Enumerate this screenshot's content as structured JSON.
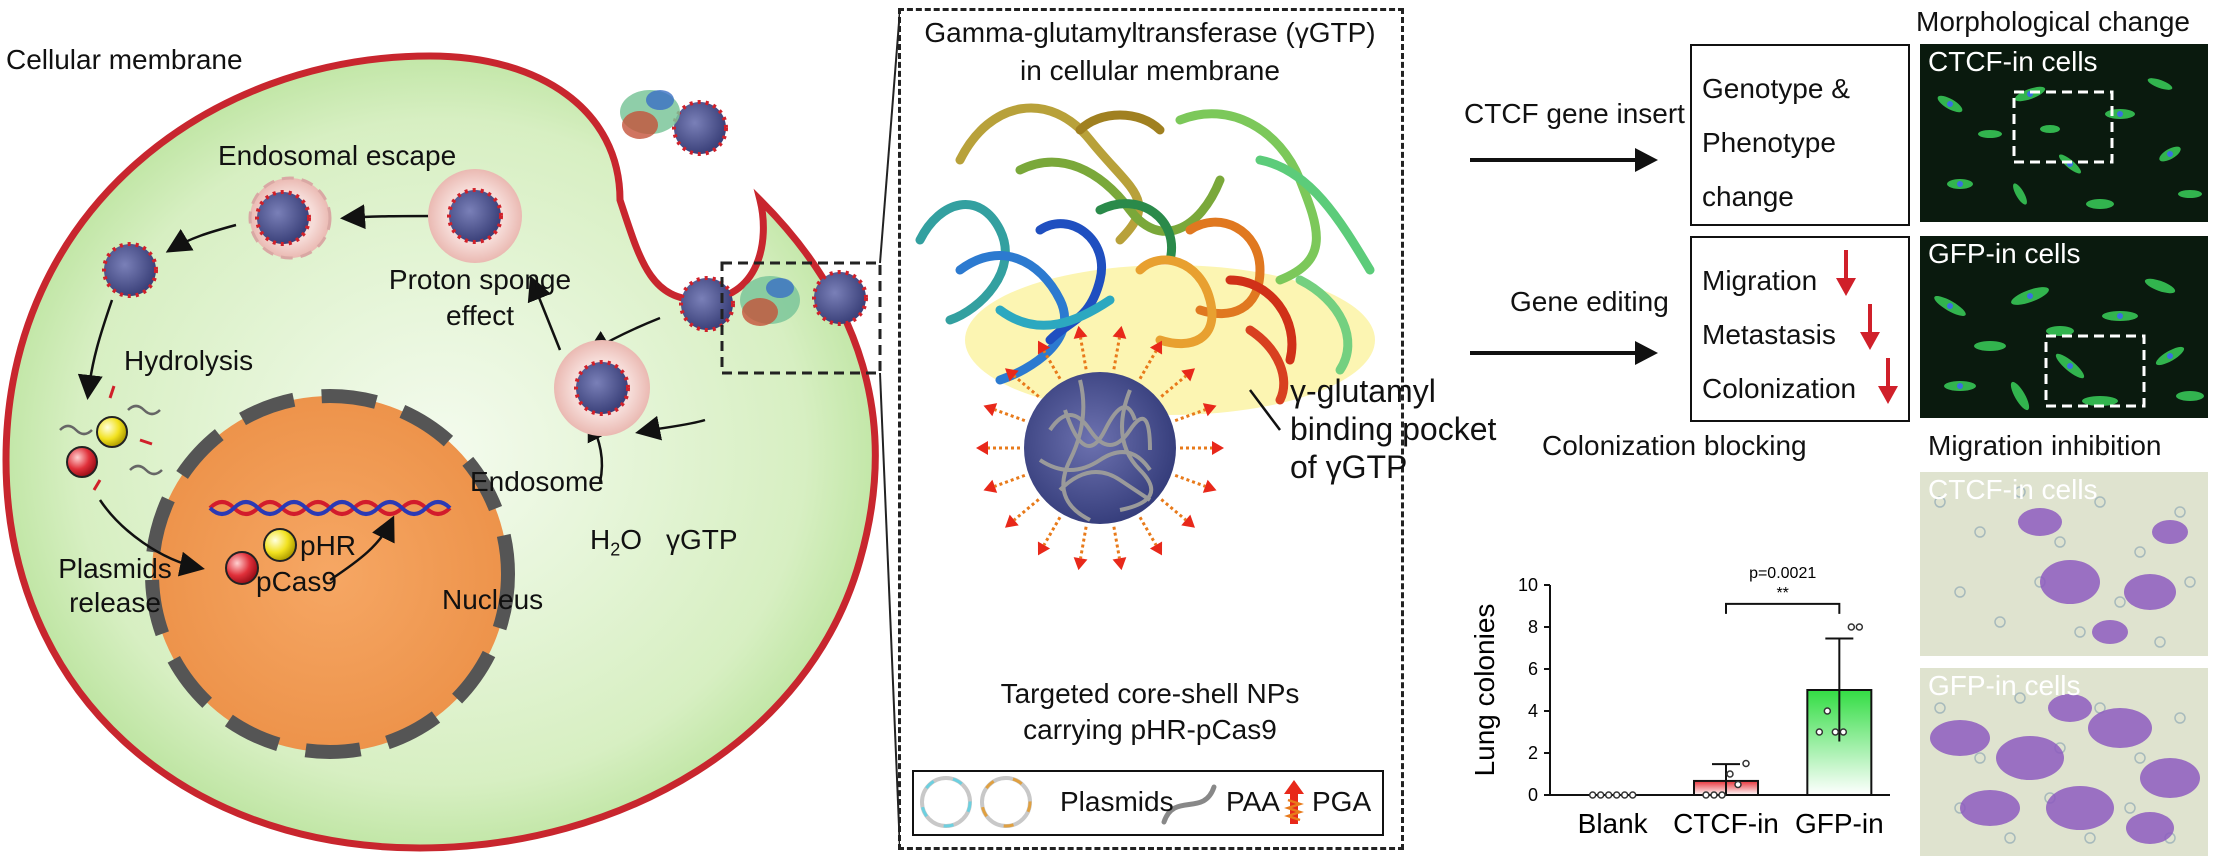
{
  "left_panel": {
    "cellular_membrane": "Cellular membrane",
    "endosomal_escape": "Endosomal escape",
    "hydrolysis": "Hydrolysis",
    "proton_sponge_line1": "Proton sponge",
    "proton_sponge_line2": "effect",
    "endosome": "Endosome",
    "h2o": "H",
    "h2o_sub": "2",
    "h2o_o": "O",
    "ygtp": "γGTP",
    "plasmids_release_line1": "Plasmids",
    "plasmids_release_line2": "release",
    "phr": "pHR",
    "pcas9": "pCas9",
    "nucleus": "Nucleus"
  },
  "center_panel": {
    "title_line1": "Gamma-glutamyltransferase (γGTP)",
    "title_line2": "in cellular membrane",
    "pocket_line1": "γ-glutamyl",
    "pocket_line2": "binding pocket",
    "pocket_line3": "of γGTP",
    "nps_line1": "Targeted core-shell NPs",
    "nps_line2": "carrying pHR-pCas9",
    "legend_plasmids": "Plasmids",
    "legend_paa": "PAA",
    "legend_pga": "PGA"
  },
  "right_panel": {
    "ctcf_insert": "CTCF gene insert",
    "gene_editing": "Gene editing",
    "genotype_line1": "Genotype &",
    "genotype_line2": "Phenotype",
    "genotype_line3": "change",
    "migration": "Migration",
    "metastasis": "Metastasis",
    "colonization": "Colonization",
    "morphological_change": "Morphological change",
    "ctcf_cells": "CTCF-in cells",
    "gfp_cells": "GFP-in cells",
    "migration_inhibition": "Migration inhibition",
    "ctcf_cells_2": "CTCF-in cells",
    "gfp_cells_2": "GFP-in cells",
    "colonization_blocking": "Colonization blocking"
  },
  "colors": {
    "membrane": "#c8262e",
    "cytoplasm": "#d8efc4",
    "nucleus": "#f09a55",
    "nucleus_rim": "#555555",
    "arrow_red": "#d0202a",
    "gfp_bar": "#33dd44",
    "ctcf_bar": "#e8333a",
    "np_core": "#4a5290"
  },
  "chart_data": {
    "type": "bar",
    "title": "Colonization blocking",
    "ylabel": "Lung colonies",
    "categories": [
      "Blank",
      "CTCF-in",
      "GFP-in"
    ],
    "values": [
      0,
      0.67,
      5.0
    ],
    "errors": [
      0,
      0.8,
      2.45
    ],
    "points": [
      [
        0,
        0,
        0,
        0,
        0,
        0
      ],
      [
        0,
        0,
        0,
        1,
        0.5,
        1.5
      ],
      [
        3,
        4,
        3,
        3,
        8,
        8
      ]
    ],
    "ylim": [
      0,
      10
    ],
    "yticks": [
      0,
      2,
      4,
      6,
      8,
      10
    ],
    "significance": {
      "p_label": "p=0.0021",
      "stars": "**",
      "between": [
        "CTCF-in",
        "GFP-in"
      ]
    },
    "bar_colors": [
      "#ffffff",
      "#e8333a",
      "#33dd44"
    ]
  }
}
